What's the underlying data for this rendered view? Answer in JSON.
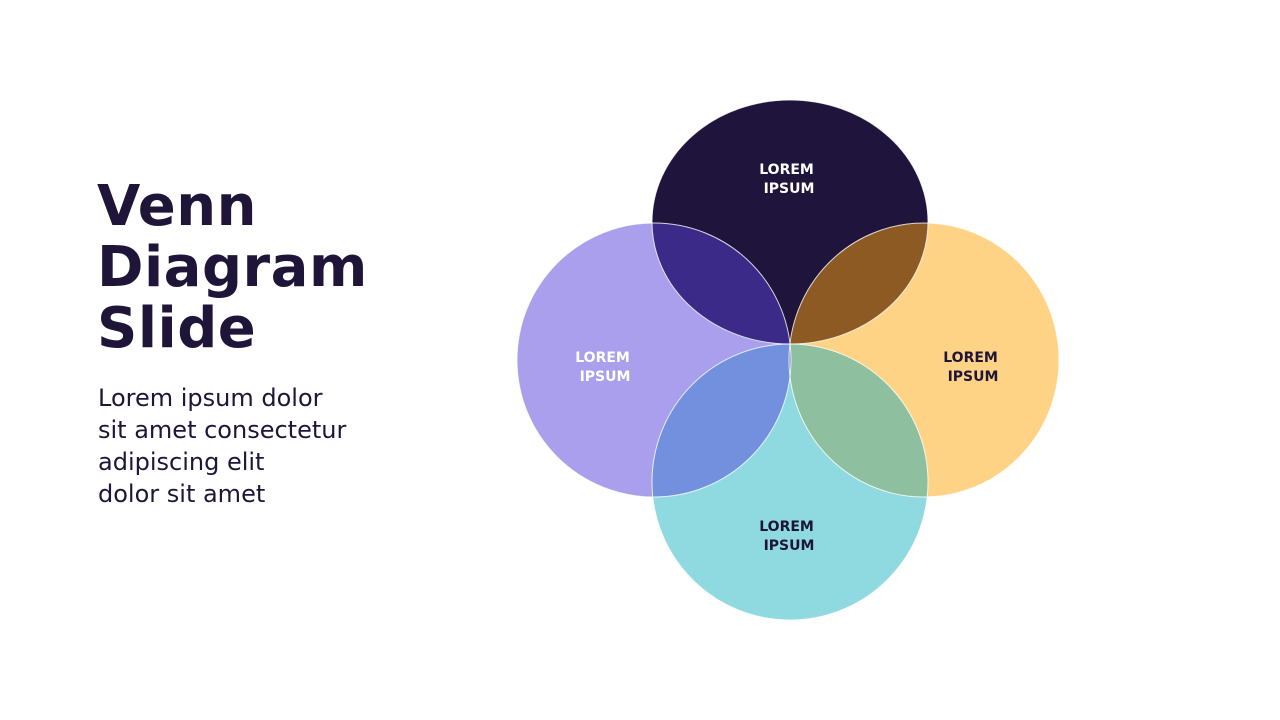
{
  "title_lines": [
    "Venn",
    "Diagram",
    "Slide"
  ],
  "body_lines": [
    "Lorem ipsum dolor",
    "sit amet consectetur",
    "adipiscing elit",
    "dolor sit amet"
  ],
  "circles": {
    "top": {
      "line1": "LOREM",
      "line2": "IPSUM",
      "color": "#1f143b"
    },
    "left": {
      "line1": "LOREM",
      "line2": "IPSUM",
      "color": "#a99fec"
    },
    "right": {
      "line1": "LOREM",
      "line2": "IPSUM",
      "color": "#fed386"
    },
    "bottom": {
      "line1": "LOREM",
      "line2": "IPSUM",
      "color": "#8fdae0"
    }
  }
}
